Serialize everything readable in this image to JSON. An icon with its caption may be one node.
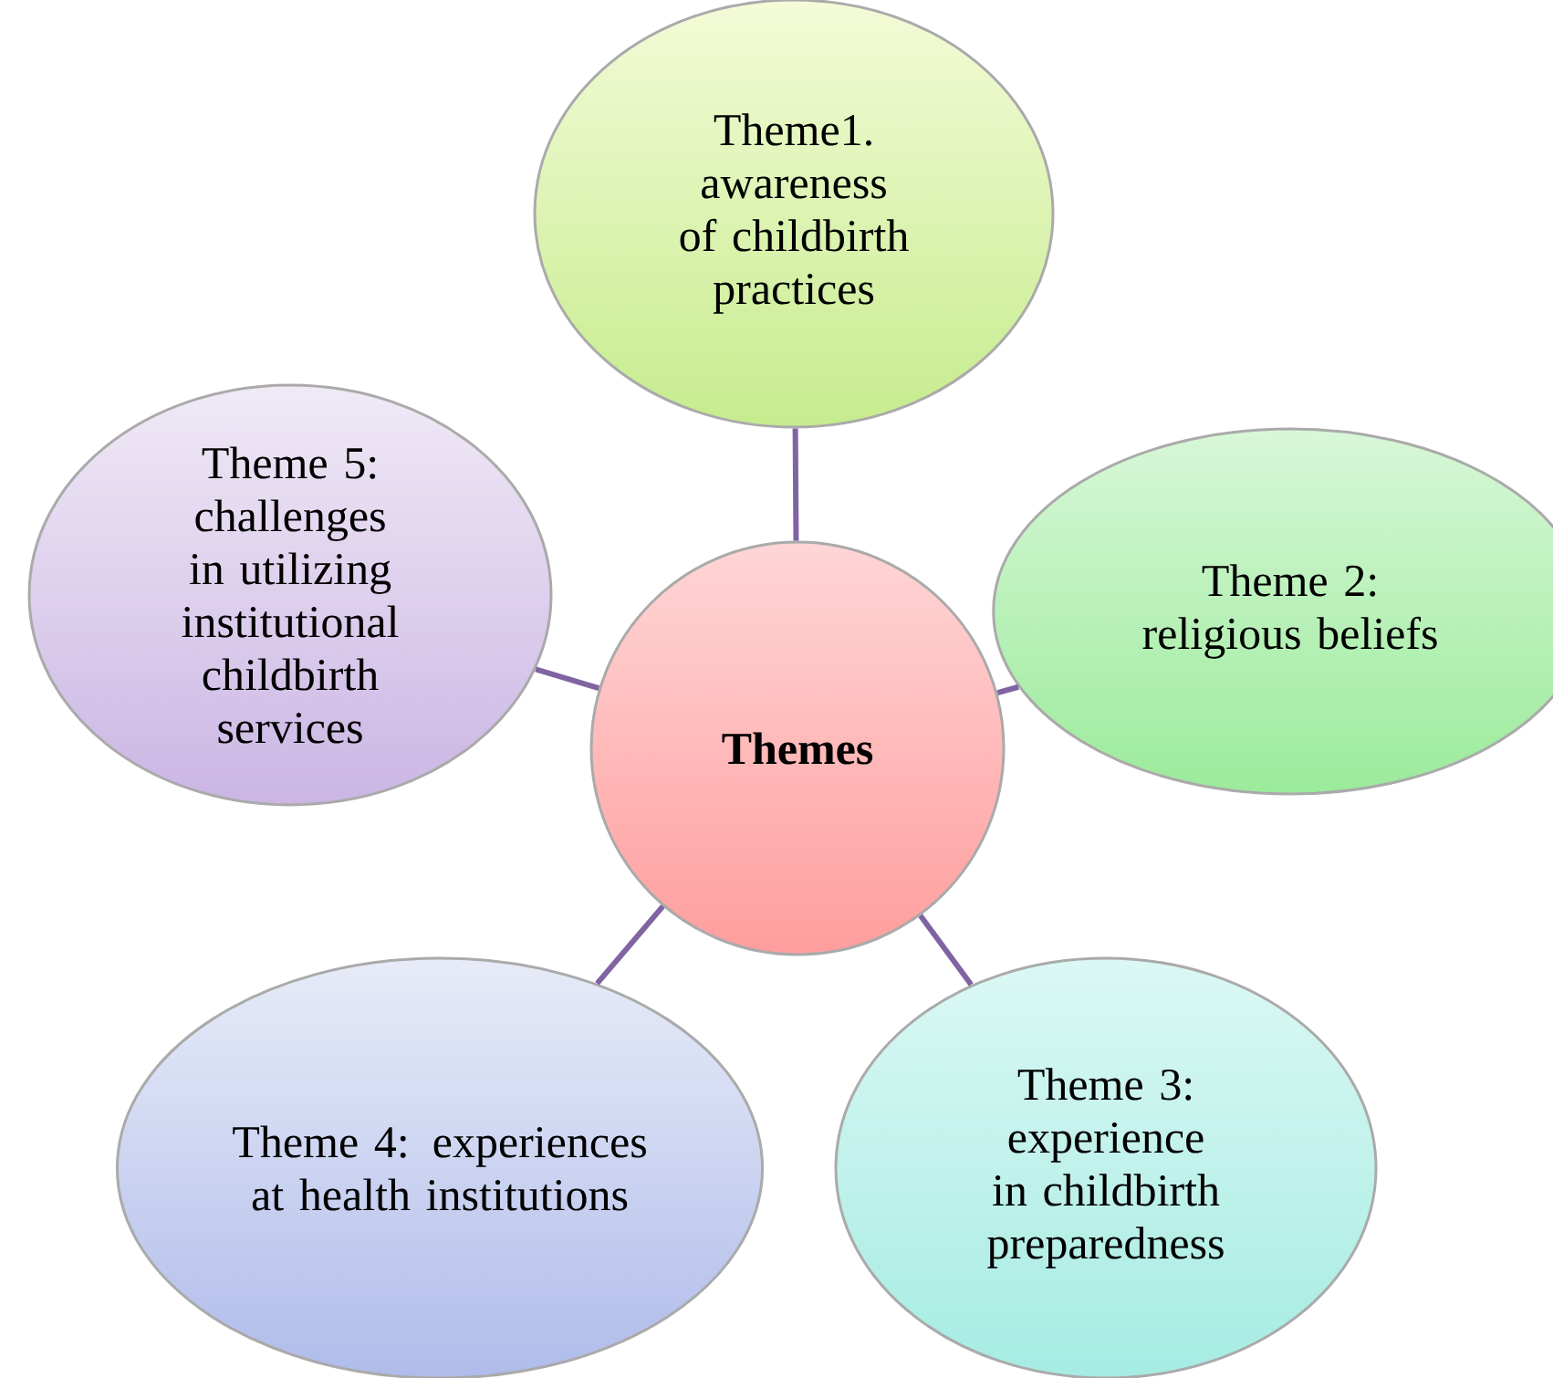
{
  "diagram": {
    "nodes": [
      {
        "text": [
          "Themes"
        ]
      },
      {
        "text": [
          "Theme1. awareness of childbirth practices"
        ]
      },
      {
        "text": [
          "Theme 2: religious beliefs"
        ]
      },
      {
        "text": [
          "Theme 3: experience in childbirth preparedness"
        ]
      },
      {
        "text": [
          "Theme 4: experiences at health institutions"
        ]
      },
      {
        "text": [
          "Theme 5: challenges in utilizing institutional childbirth services"
        ]
      }
    ],
    "edges": [
      {
        "from": 0,
        "to": 1,
        "arrow": "none"
      },
      {
        "from": 0,
        "to": 2,
        "arrow": "none"
      },
      {
        "from": 0,
        "to": 3,
        "arrow": "none"
      },
      {
        "from": 0,
        "to": 4,
        "arrow": "none"
      },
      {
        "from": 0,
        "to": 5,
        "arrow": "none"
      }
    ]
  }
}
